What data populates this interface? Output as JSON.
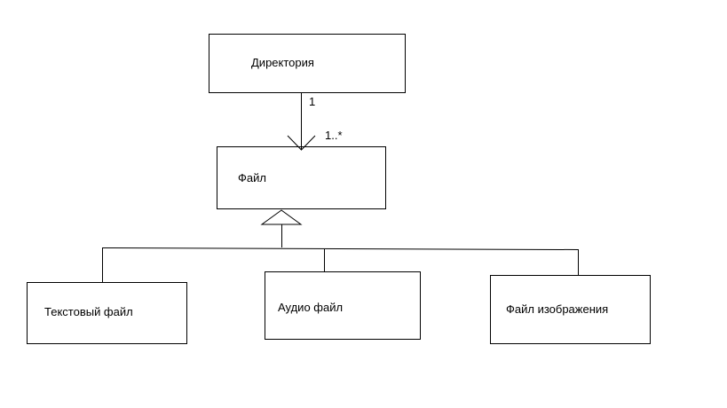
{
  "diagram": {
    "nodes": {
      "directory": "Директория",
      "file": "Файл",
      "text_file": "Текстовый файл",
      "audio_file": "Аудио файл",
      "image_file": "Файл изображения"
    },
    "multiplicity": {
      "source": "1",
      "target": "1..*"
    }
  },
  "colors": {
    "stroke": "#000000",
    "background": "#ffffff"
  }
}
